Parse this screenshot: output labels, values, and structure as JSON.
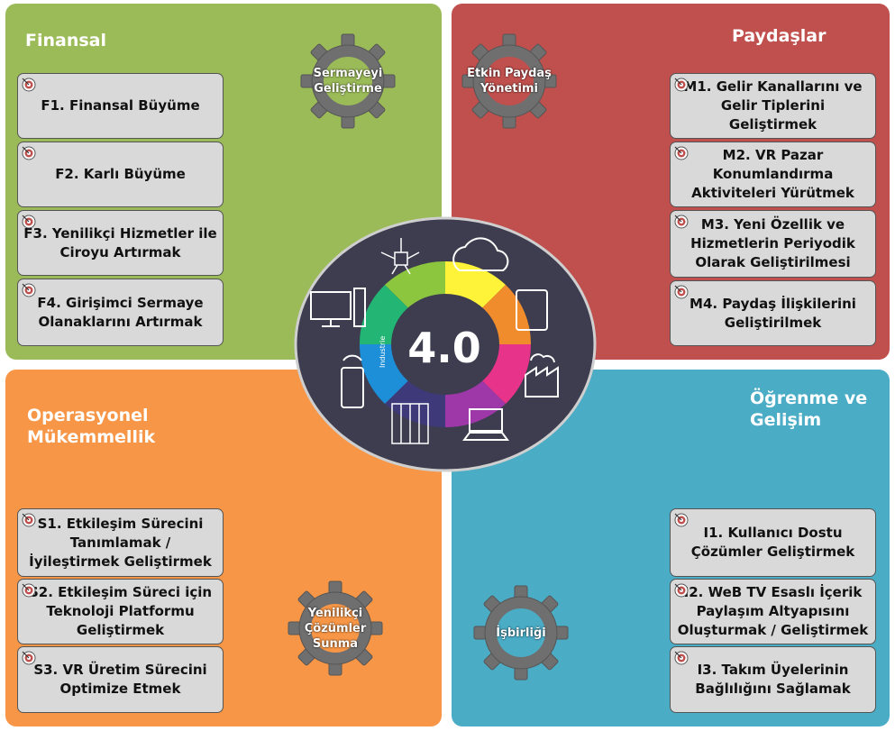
{
  "quadrants": {
    "finansal": {
      "title": "Finansal",
      "color": "#9bbb59",
      "gear": "Sermayeyi Geliştirme",
      "cards": [
        "F1. Finansal Büyüme",
        "F2. Karlı Büyüme",
        "F3. Yenilikçi Hizmetler ile Ciroyu Artırmak",
        "F4. Girişimci Sermaye Olanaklarını Artırmak"
      ]
    },
    "paydaslar": {
      "title": "Paydaşlar",
      "color": "#c0504d",
      "gear": "Etkin Paydaş Yönetimi",
      "cards": [
        "M1. Gelir Kanallarını ve Gelir Tiplerini Geliştirmek",
        "M2. VR Pazar Konumlandırma Aktiviteleri Yürütmek",
        "M3. Yeni Özellik ve Hizmetlerin Periyodik Olarak Geliştirilmesi",
        "M4. Paydaş İlişkilerini Geliştirilmek"
      ]
    },
    "operasyonel": {
      "title": "Operasyonel Mükemmellik",
      "color": "#f79646",
      "gear": "Yenilikçi Çözümler Sunma",
      "cards": [
        "S1. Etkileşim Sürecini Tanımlamak / İyileştirmek Geliştirmek",
        "S2. Etkileşim Süreci için Teknoloji Platformu Geliştirmek",
        "S3. VR Üretim Sürecini Optimize Etmek"
      ]
    },
    "ogrenme": {
      "title": "Öğrenme ve Gelişim",
      "color": "#4bacc6",
      "gear": "İşbirliği",
      "cards": [
        "I1. Kullanıcı Dostu Çözümler Geliştirmek",
        "I2. WeB TV Esaslı İçerik Paylaşım Altyapısını Oluşturmak / Geliştirmek",
        "I3. Takım Üyelerinin Bağlılığını Sağlamak"
      ]
    }
  },
  "center": {
    "label": "4.0",
    "sub": "Industrie"
  },
  "icons": [
    "target-icon",
    "gear-icon",
    "chip-icon",
    "cloud-icon",
    "tablet-icon",
    "factory-icon",
    "laptop-icon",
    "server-icon",
    "phone-icon",
    "desktop-icon"
  ]
}
